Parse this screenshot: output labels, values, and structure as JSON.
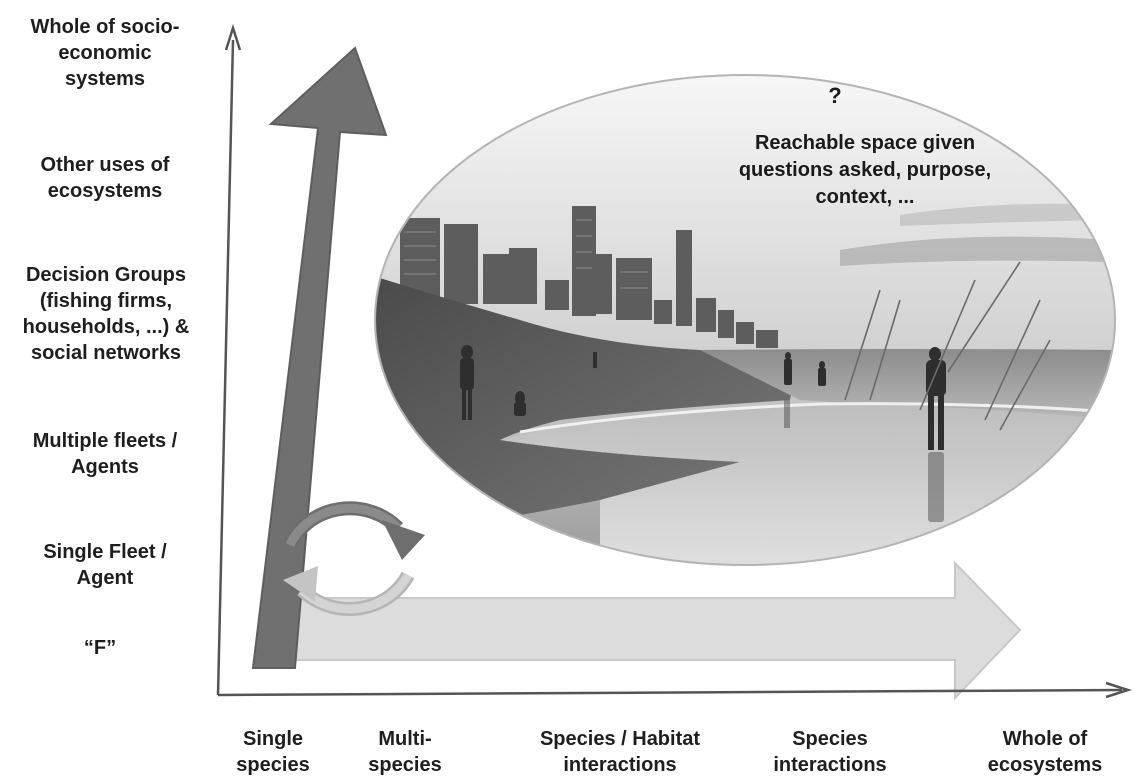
{
  "y_axis": {
    "levels": [
      "Whole of socio-\neconomic\nsystems",
      "Other uses of\necosystems",
      "Decision Groups\n(fishing firms,\nhouseholds, ...) &\nsocial networks",
      "Multiple fleets /\nAgents",
      "Single Fleet /\nAgent",
      "“F”"
    ]
  },
  "x_axis": {
    "levels": [
      "Single\nspecies",
      "Multi-\nspecies",
      "Species / Habitat\ninteractions",
      "Species\ninteractions",
      "Whole of\necosystems"
    ]
  },
  "ellipse": {
    "question_mark": "?",
    "caption": "Reachable space given\nquestions asked, purpose,\ncontext, ..."
  },
  "colors": {
    "vertical_arrow": "#707070",
    "horizontal_arrow": "#dcdcdc",
    "axis": "#555555"
  }
}
